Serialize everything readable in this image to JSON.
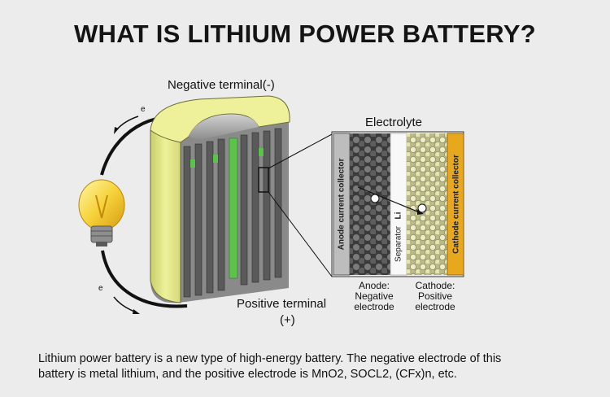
{
  "title": "WHAT IS  LITHIUM POWER BATTERY?",
  "labels": {
    "negative_terminal": "Negative terminal(-)",
    "positive_terminal": "Positive terminal",
    "positive_sign": "(+)",
    "electrolyte": "Electrolyte",
    "electron_top": "e",
    "electron_bottom": "e",
    "anode_current_collector": "Anode current collector",
    "separator": "Separator",
    "cathode_current_collector": "Cathode current collector",
    "li_ion": "Li",
    "anode_line1": "Anode:",
    "anode_line2": "Negative",
    "anode_line3": "electrode",
    "cathode_line1": "Cathode:",
    "cathode_line2": "Positive",
    "cathode_line3": "electrode"
  },
  "description": {
    "line1": "Lithium power battery is a new type of high-energy battery. The negative electrode of this",
    "line2": "battery is metal lithium, and the positive electrode is MnO2, SOCL2, (CFx)n, etc."
  },
  "colors": {
    "background": "#ececec",
    "casing": "#dfe48a",
    "cathode_collector": "#e8a81e",
    "bulb": "#f6d23a",
    "green_electrode": "#5bc24a"
  }
}
